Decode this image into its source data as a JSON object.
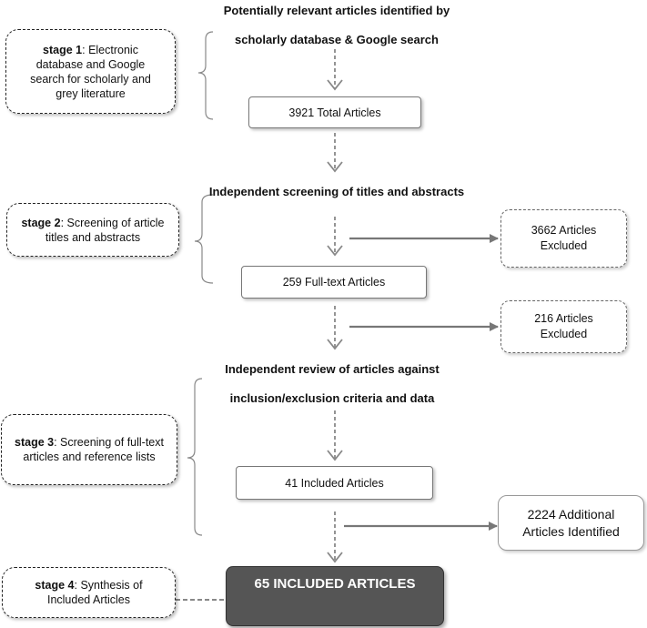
{
  "headings": {
    "stage1_line1": "Potentially relevant articles identified by",
    "stage1_line2": "scholarly database & Google search",
    "stage2": "Independent screening of titles and abstracts",
    "stage3_line1": "Independent review of articles against",
    "stage3_line2": "inclusion/exclusion criteria and data"
  },
  "stages": [
    {
      "label": "stage 1",
      "text": ":  Electronic database and Google search for scholarly and grey literature"
    },
    {
      "label": "stage 2",
      "text": ":  Screening of article titles and abstracts"
    },
    {
      "label": "stage 3",
      "text": ":  Screening of full-text articles and reference lists"
    },
    {
      "label": "stage 4",
      "text": ": Synthesis of Included Articles"
    }
  ],
  "boxes": {
    "total": "3921 Total Articles",
    "fulltext": "259 Full-text Articles",
    "included": "41 Included Articles",
    "final": "65 INCLUDED ARTICLES"
  },
  "side_boxes": {
    "excluded1_line1": "3662 Articles",
    "excluded1_line2": "Excluded",
    "excluded2_line1": "216 Articles",
    "excluded2_line2": "Excluded",
    "additional_line1": "2224 Additional",
    "additional_line2": "Articles Identified"
  }
}
